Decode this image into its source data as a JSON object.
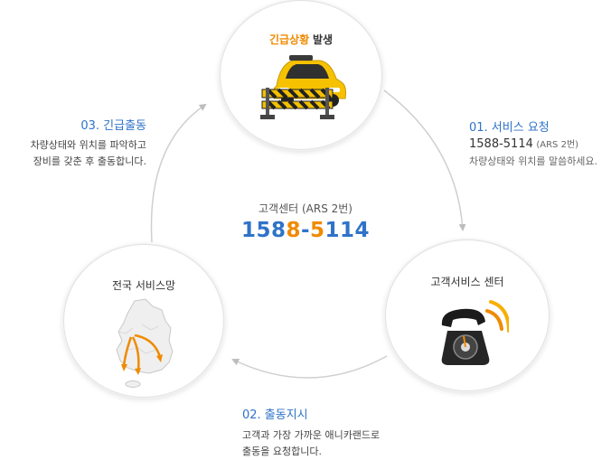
{
  "nodes": {
    "emergency": {
      "title_accent": "긴급상황",
      "title_rest": "발생",
      "icon": "car-with-barricade-icon"
    },
    "service_center": {
      "title": "고객서비스 센터",
      "icon": "telephone-ringing-icon"
    },
    "network": {
      "title": "전국 서비스망",
      "icon": "korea-map-icon"
    }
  },
  "steps": {
    "request": {
      "number": "01. 서비스 요청",
      "phone": "1588-5114",
      "phone_note": "(ARS 2번)",
      "desc": "차량상태와 위치를 말씀하세요."
    },
    "dispatch": {
      "number": "02. 출동지시",
      "line1": "고객과 가장 가까운 애니카랜드로",
      "line2": "출동을 요청합니다."
    },
    "emergency_dispatch": {
      "number": "03. 긴급출동",
      "line1": "차량상태와 위치를 파악하고",
      "line2": "장비를 갖춘 후 출동합니다."
    }
  },
  "center": {
    "label": "고객센터 (ARS 2번)",
    "phone_a": "158",
    "phone_b": "8",
    "phone_c": "-",
    "phone_d": "5",
    "phone_e": "114"
  },
  "colors": {
    "accent": "#f08a00",
    "blue": "#2f73c9",
    "arrow": "#c8c8c8"
  }
}
